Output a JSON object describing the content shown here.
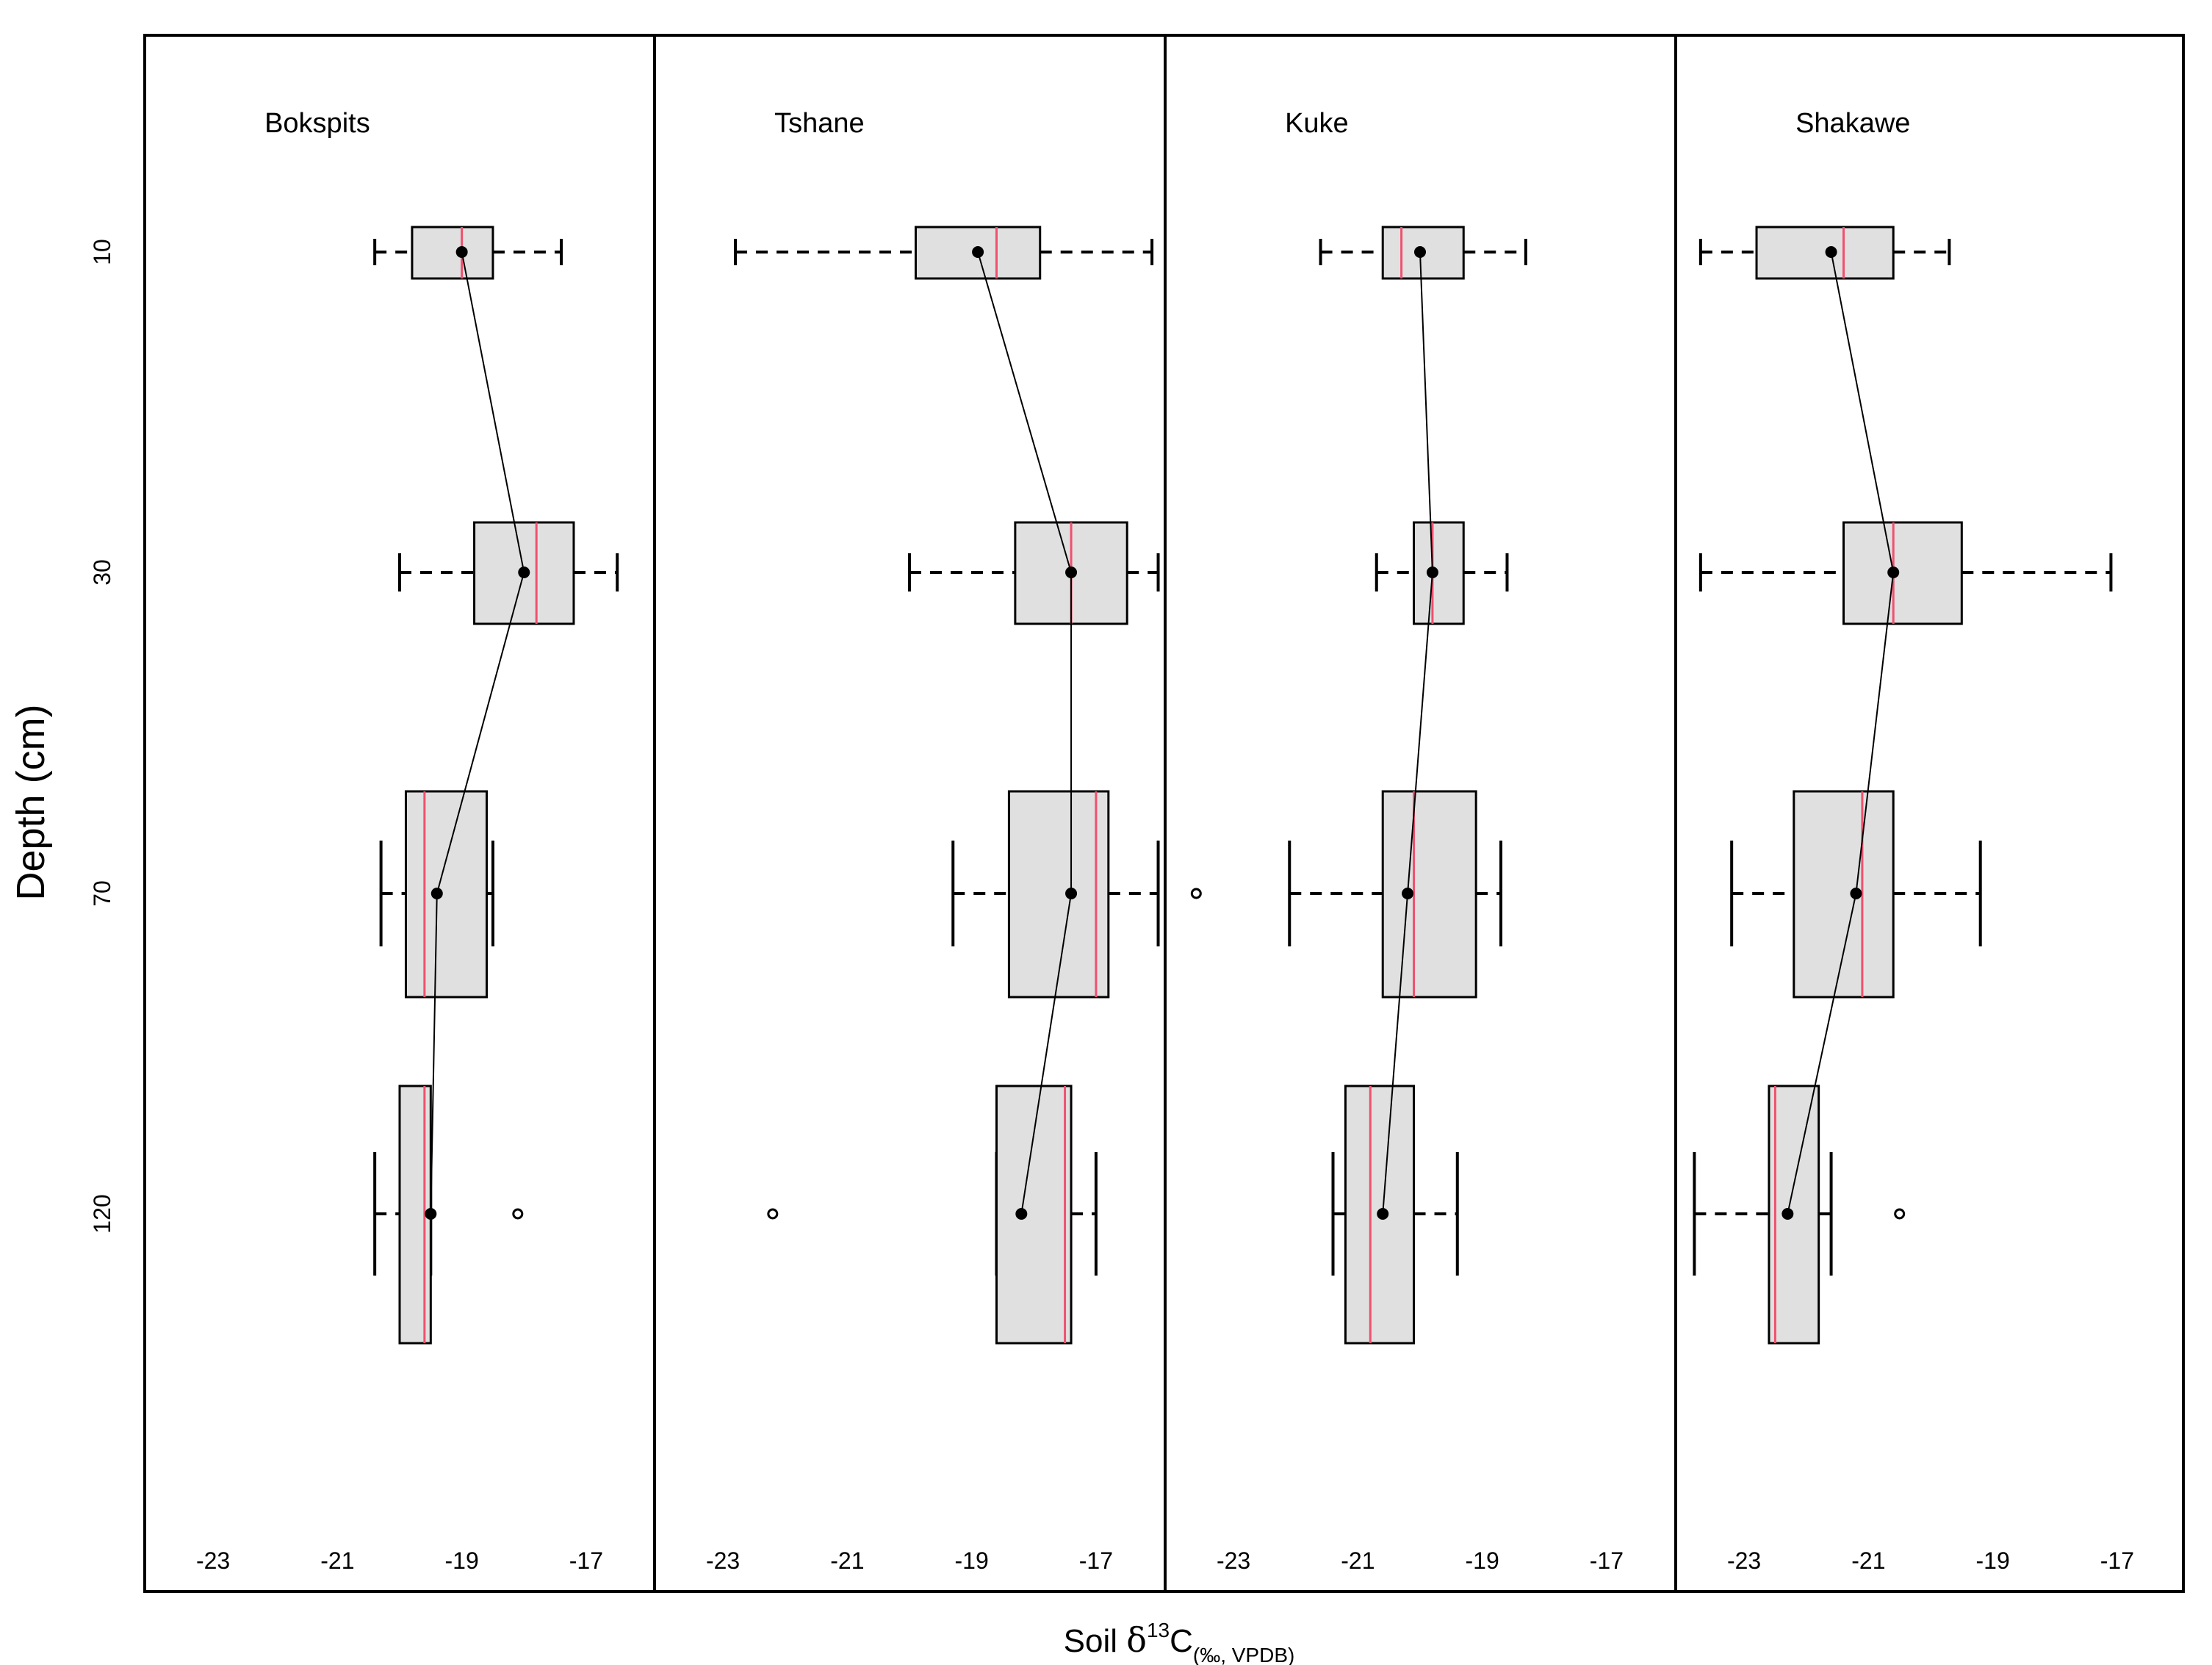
{
  "chart_data": {
    "type": "boxplot",
    "ylabel": "Depth (cm)",
    "xlabel": {
      "prefix": "Soil ",
      "delta": "δ",
      "superscript": "13",
      "element": "C",
      "subscript": "(‰, VPDB)"
    },
    "x_ticks": [
      -23,
      -21,
      -19,
      -17
    ],
    "xlim": [
      -24.1,
      -15.9
    ],
    "depth_categories": [
      10,
      30,
      70,
      120
    ],
    "grid": false,
    "colors": {
      "box_fill": "#e0e0e0",
      "mean_line": "#f0506e",
      "median_point": "#000000",
      "axis": "#000000"
    },
    "series": [
      {
        "name": "Bokspits",
        "groups": [
          {
            "depth": 10,
            "whisker_low": -20.4,
            "q1": -19.8,
            "median": -19.0,
            "mean": -19.0,
            "q3": -18.5,
            "whisker_high": -17.4,
            "outliers": []
          },
          {
            "depth": 30,
            "whisker_low": -20.0,
            "q1": -18.8,
            "median": -18.0,
            "mean": -17.8,
            "q3": -17.2,
            "whisker_high": -16.5,
            "outliers": []
          },
          {
            "depth": 70,
            "whisker_low": -20.3,
            "q1": -19.9,
            "median": -19.4,
            "mean": -19.6,
            "q3": -18.6,
            "whisker_high": -18.5,
            "outliers": []
          },
          {
            "depth": 120,
            "whisker_low": -20.4,
            "q1": -20.0,
            "median": -19.5,
            "mean": -19.6,
            "q3": -19.5,
            "whisker_high": -19.5,
            "outliers": [
              -18.1
            ]
          }
        ]
      },
      {
        "name": "Tshane",
        "groups": [
          {
            "depth": 10,
            "whisker_low": -22.8,
            "q1": -19.9,
            "median": -18.9,
            "mean": -18.6,
            "q3": -17.9,
            "whisker_high": -16.1,
            "outliers": []
          },
          {
            "depth": 30,
            "whisker_low": -20.0,
            "q1": -18.3,
            "median": -17.4,
            "mean": -17.4,
            "q3": -16.5,
            "whisker_high": -16.0,
            "outliers": []
          },
          {
            "depth": 70,
            "whisker_low": -19.3,
            "q1": -18.4,
            "median": -17.4,
            "mean": -17.0,
            "q3": -16.8,
            "whisker_high": -16.0,
            "outliers": []
          },
          {
            "depth": 120,
            "whisker_low": -18.6,
            "q1": -18.6,
            "median": -18.2,
            "mean": -17.5,
            "q3": -17.4,
            "whisker_high": -17.0,
            "outliers": [
              -22.2
            ]
          }
        ]
      },
      {
        "name": "Kuke",
        "groups": [
          {
            "depth": 10,
            "whisker_low": -21.6,
            "q1": -20.6,
            "median": -20.0,
            "mean": -20.3,
            "q3": -19.3,
            "whisker_high": -18.3,
            "outliers": []
          },
          {
            "depth": 30,
            "whisker_low": -20.7,
            "q1": -20.1,
            "median": -19.8,
            "mean": -19.8,
            "q3": -19.3,
            "whisker_high": -18.6,
            "outliers": []
          },
          {
            "depth": 70,
            "whisker_low": -22.1,
            "q1": -20.6,
            "median": -20.2,
            "mean": -20.1,
            "q3": -19.1,
            "whisker_high": -18.7,
            "outliers": [
              -23.6
            ]
          },
          {
            "depth": 120,
            "whisker_low": -21.4,
            "q1": -21.2,
            "median": -20.6,
            "mean": -20.8,
            "q3": -20.1,
            "whisker_high": -19.4,
            "outliers": []
          }
        ]
      },
      {
        "name": "Shakawe",
        "groups": [
          {
            "depth": 10,
            "whisker_low": -23.7,
            "q1": -22.8,
            "median": -21.6,
            "mean": -21.4,
            "q3": -20.6,
            "whisker_high": -19.7,
            "outliers": []
          },
          {
            "depth": 30,
            "whisker_low": -23.7,
            "q1": -21.4,
            "median": -20.6,
            "mean": -20.6,
            "q3": -19.5,
            "whisker_high": -17.1,
            "outliers": []
          },
          {
            "depth": 70,
            "whisker_low": -23.2,
            "q1": -22.2,
            "median": -21.2,
            "mean": -21.1,
            "q3": -20.6,
            "whisker_high": -19.2,
            "outliers": []
          },
          {
            "depth": 120,
            "whisker_low": -23.8,
            "q1": -22.6,
            "median": -22.3,
            "mean": -22.5,
            "q3": -21.8,
            "whisker_high": -21.6,
            "outliers": [
              -20.5
            ]
          }
        ]
      }
    ]
  }
}
